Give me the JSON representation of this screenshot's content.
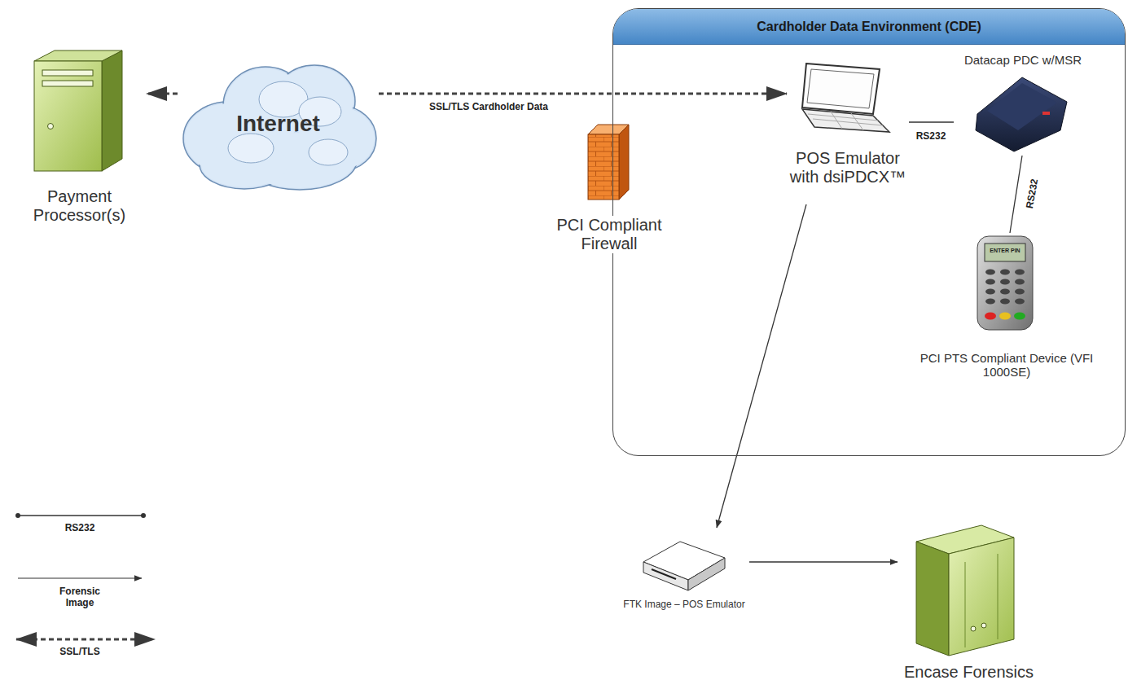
{
  "diagram": {
    "nodes": [
      {
        "text": [
          "Payment Processor(s)"
        ]
      },
      {
        "text": [
          "Internet"
        ]
      },
      {
        "text": [
          "PCI Compliant Firewall"
        ]
      },
      {
        "text": [
          "Cardholder Data Environment (CDE)"
        ]
      },
      {
        "text": [
          "POS Emulator with dsiPDCX™"
        ],
        "in": 3
      },
      {
        "text": [
          "Datacap PDC w/MSR"
        ],
        "in": 3
      },
      {
        "text": [
          "PCI PTS Compliant Device (VFI 1000SE)"
        ],
        "in": 3
      },
      {
        "text": [
          "FTK Image – POS Emulator"
        ]
      },
      {
        "text": [
          "Encase Forensics"
        ]
      }
    ],
    "edges": [
      {
        "from": 1,
        "to": 0,
        "arrow": "to"
      },
      {
        "from": 1,
        "to": 4,
        "label": "SSL/TLS Cardholder Data",
        "arrow": "to"
      },
      {
        "from": 4,
        "to": 5,
        "label": "RS232",
        "arrow": "none"
      },
      {
        "from": 5,
        "to": 6,
        "label": "RS232",
        "arrow": "none"
      },
      {
        "from": 4,
        "to": 7,
        "arrow": "to"
      },
      {
        "from": 7,
        "to": 8,
        "arrow": "to"
      }
    ],
    "labels": [
      "ENTER PIN"
    ],
    "legend": [
      {
        "text": "RS232"
      },
      {
        "text": "Forensic Image"
      },
      {
        "text": "SSL/TLS"
      }
    ]
  }
}
